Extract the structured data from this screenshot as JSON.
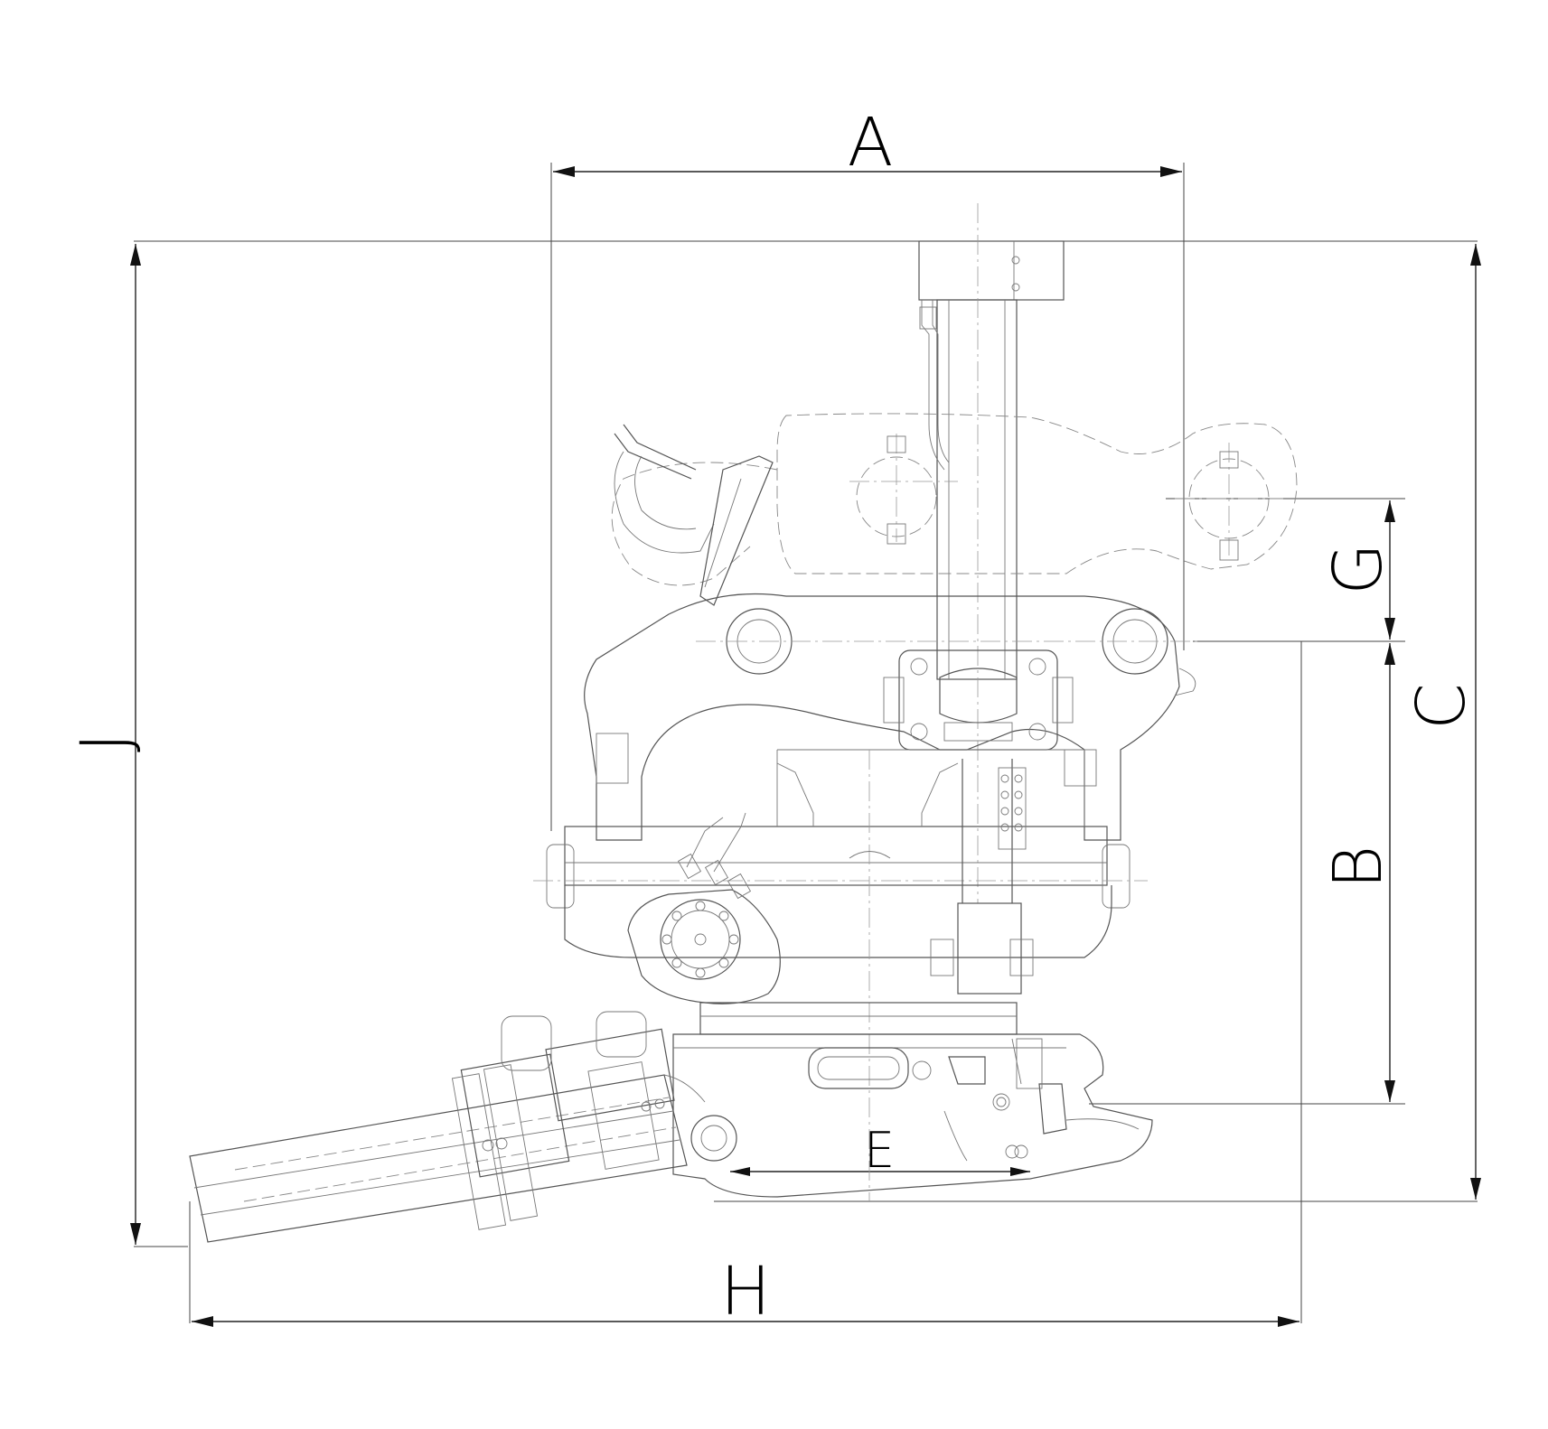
{
  "dimensions": {
    "A": "A",
    "B": "B",
    "C": "C",
    "E": "E",
    "G": "G",
    "H": "H",
    "J": "J"
  }
}
